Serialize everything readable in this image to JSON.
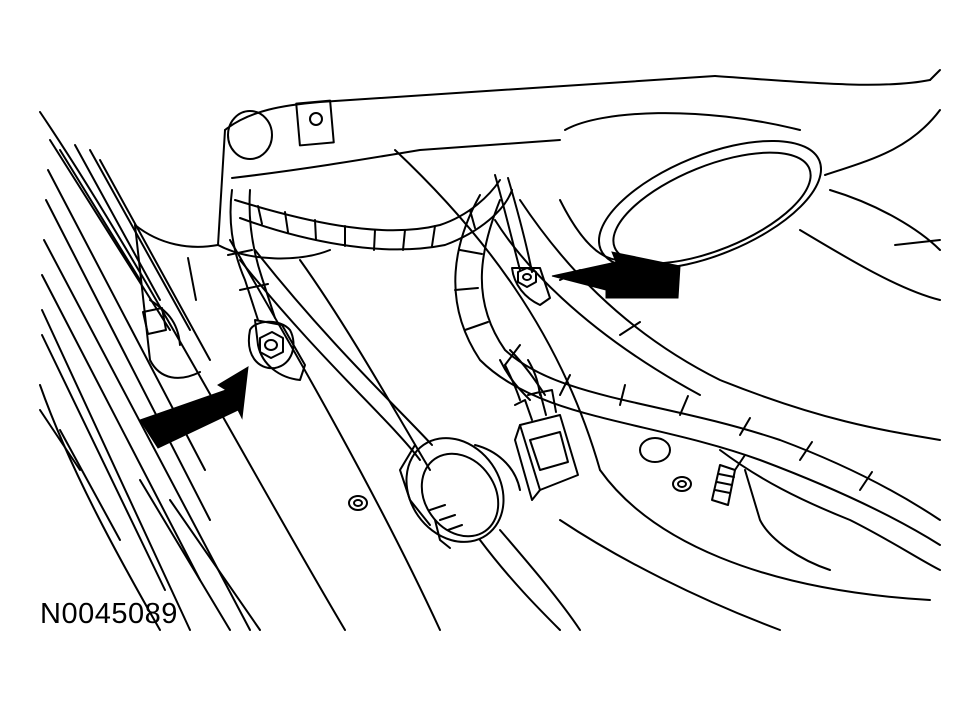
{
  "figure": {
    "id_label": "N0045089"
  },
  "colors": {
    "ink": "#000000",
    "paper": "#ffffff"
  },
  "callouts": [
    {
      "name": "left-ground-arrow",
      "points_to": "left-ground-terminal"
    },
    {
      "name": "right-ground-arrow",
      "points_to": "right-ground-terminal"
    }
  ]
}
